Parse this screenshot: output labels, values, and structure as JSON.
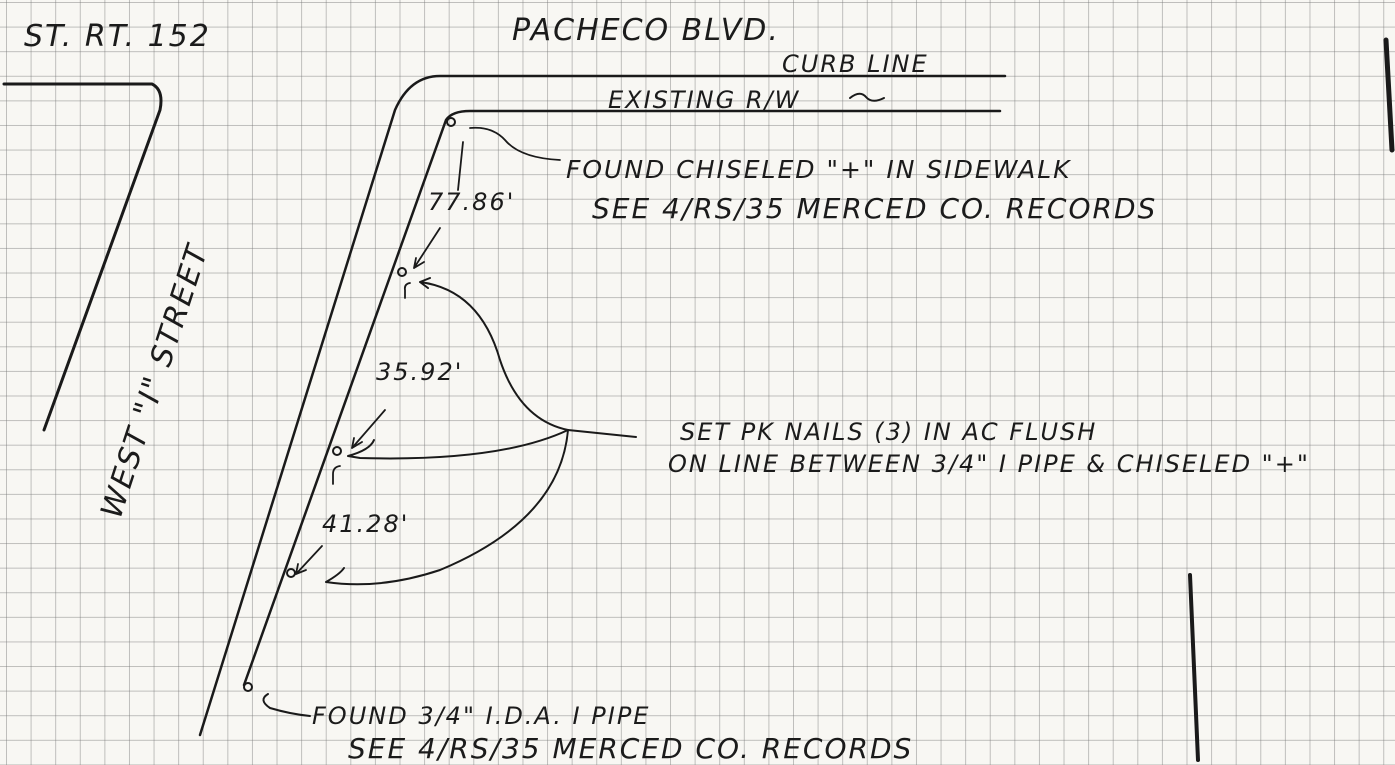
{
  "labels": {
    "st_rt": "ST. RT. 152",
    "pacheco": "PACHECO BLVD.",
    "curb_line": "CURB LINE",
    "existing_rw": "EXISTING R/W",
    "found_chiseled": "FOUND CHISELED \"+\" IN SIDEWALK",
    "see_records_1": "SEE 4/RS/35 MERCED CO. RECORDS",
    "west_street": "WEST \"I\" STREET",
    "dist_1": "77.86'",
    "dist_2": "35.92'",
    "dist_3": "41.28'",
    "set_pk_line1": "SET PK NAILS (3) IN AC FLUSH",
    "set_pk_line2": "ON LINE BETWEEN 3/4\" I PIPE & CHISELED \"+\"",
    "found_pipe": "FOUND 3/4\" I.D.A. I PIPE",
    "see_records_2": "SEE 4/RS/35 MERCED CO. RECORDS"
  },
  "colors": {
    "ink": "#1a1a1a",
    "paper": "#f8f7f3",
    "grid": "#8a8a8a"
  }
}
